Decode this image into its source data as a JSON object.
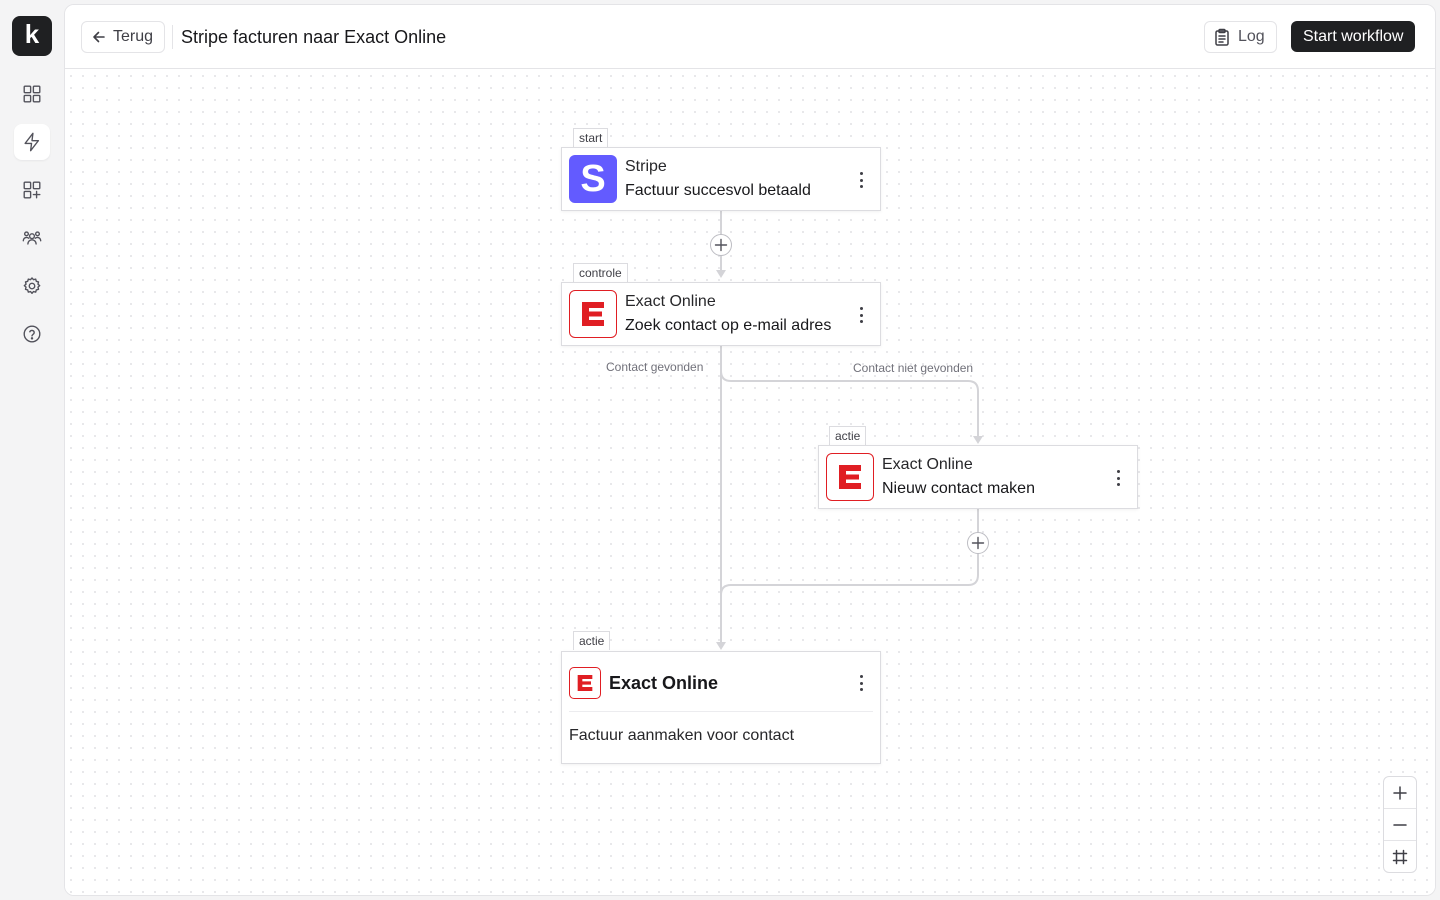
{
  "sidebar": {
    "logo_text": "k",
    "items": [
      {
        "name": "dashboard",
        "icon": "grid-icon",
        "active": false
      },
      {
        "name": "workflows",
        "icon": "lightning-icon",
        "active": true
      },
      {
        "name": "integrations",
        "icon": "grid-plus-icon",
        "active": false
      },
      {
        "name": "users",
        "icon": "users-icon",
        "active": false
      },
      {
        "name": "settings",
        "icon": "gear-icon",
        "active": false
      },
      {
        "name": "help",
        "icon": "help-icon",
        "active": false
      }
    ]
  },
  "header": {
    "back_label": "Terug",
    "title": "Stripe facturen naar Exact Online",
    "log_label": "Log",
    "start_label": "Start workflow"
  },
  "workflow": {
    "nodes": [
      {
        "tag": "start",
        "app": "Stripe",
        "action": "Factuur succesvol betaald",
        "icon": "stripe-icon"
      },
      {
        "tag": "controle",
        "app": "Exact Online",
        "action": "Zoek contact op e-mail adres",
        "icon": "exact-online-icon"
      },
      {
        "tag": "actie",
        "app": "Exact Online",
        "action": "Nieuw contact maken",
        "icon": "exact-online-icon"
      },
      {
        "tag": "actie",
        "app": "Exact Online",
        "action": "Factuur aanmaken voor contact",
        "icon": "exact-online-icon"
      }
    ],
    "branch_labels": {
      "found": "Contact gevonden",
      "not_found": "Contact niet gevonden"
    },
    "stripe_letter": "S"
  },
  "zoom_controls": [
    "zoom-in-icon",
    "zoom-out-icon",
    "fit-view-icon"
  ],
  "colors": {
    "stripe": "#635bff",
    "exact": "#e01e23",
    "primary_button": "#1f2022"
  }
}
